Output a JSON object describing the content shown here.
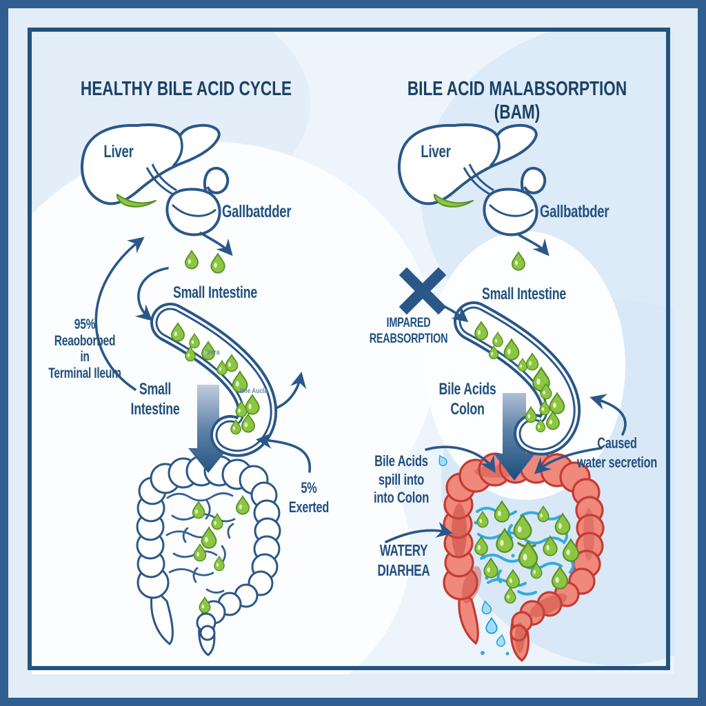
{
  "colors": {
    "frame_outer": "#305e90",
    "frame_inner_line": "#24527f",
    "frame_mat": "#e2edf8",
    "background": "#edf4fb",
    "line_navy": "#2a5788",
    "text_navy": "#21507f",
    "header_navy": "#1b4166",
    "bile_green": "#8dc63f",
    "bile_green_dark": "#55902c",
    "colon_red": "#f0887b",
    "colon_red_dark": "#c23b32",
    "water_blue": "#35aade"
  },
  "panels": {
    "left": {
      "title": "HEALTHY BILE ACID CYCLE",
      "liver": "Liver",
      "gallbladder": "Gallbatdder",
      "small_intestine_top": "Small Intestine",
      "reabsorbed": [
        "95%",
        "Reaoborbed",
        "in",
        "Terminal Ileum"
      ],
      "small_intestine_side": [
        "Small",
        "Intestine"
      ],
      "tube_label_1": "Biera",
      "tube_label_2": "Bile Aucla",
      "excreted": [
        "5%",
        "Exerted"
      ]
    },
    "right": {
      "title": "BILE ACID MALABSORPTION (BAM)",
      "liver": "Liver",
      "gallbladder": "Gallbatbder",
      "small_intestine_top": "Small Intestine",
      "impaired": [
        "IMPARED",
        "REABSORPTION"
      ],
      "bile_acids_colon": [
        "Bile Acids",
        "Colon"
      ],
      "caused_water": [
        "Caused",
        "water secretion"
      ],
      "spill": [
        "Bile Acids",
        "spill into",
        "into Colon"
      ],
      "watery": [
        "WATERY",
        "DIARHEA"
      ]
    }
  }
}
